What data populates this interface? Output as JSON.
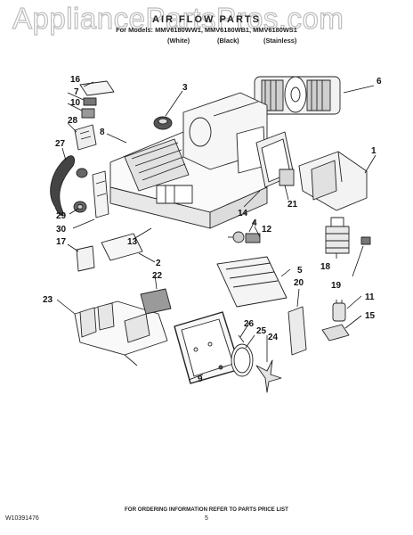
{
  "watermark": "AppliancePartsPros.com",
  "header": {
    "title": "AIR FLOW PARTS",
    "models": "For Models: MMV6180WW1, MMV6180WB1, MMV6180WS1",
    "variant_white": "(White)",
    "variant_black": "(Black)",
    "variant_stainless": "(Stainless)"
  },
  "callouts": {
    "c1": "1",
    "c2": "2",
    "c3": "3",
    "c4": "4",
    "c5": "5",
    "c6": "6",
    "c7": "7",
    "c8": "8",
    "c9": "9",
    "c10": "10",
    "c11": "11",
    "c12": "12",
    "c13": "13",
    "c14": "14",
    "c15": "15",
    "c16": "16",
    "c17": "17",
    "c18": "18",
    "c19": "19",
    "c20": "20",
    "c21": "21",
    "c22": "22",
    "c23": "23",
    "c24": "24",
    "c25": "25",
    "c26": "26",
    "c27": "27",
    "c28": "28",
    "c29": "29",
    "c30": "30"
  },
  "footer": {
    "ordering_note": "FOR ORDERING INFORMATION REFER TO PARTS PRICE LIST",
    "page_number": "5",
    "doc_number": "W10391476"
  }
}
